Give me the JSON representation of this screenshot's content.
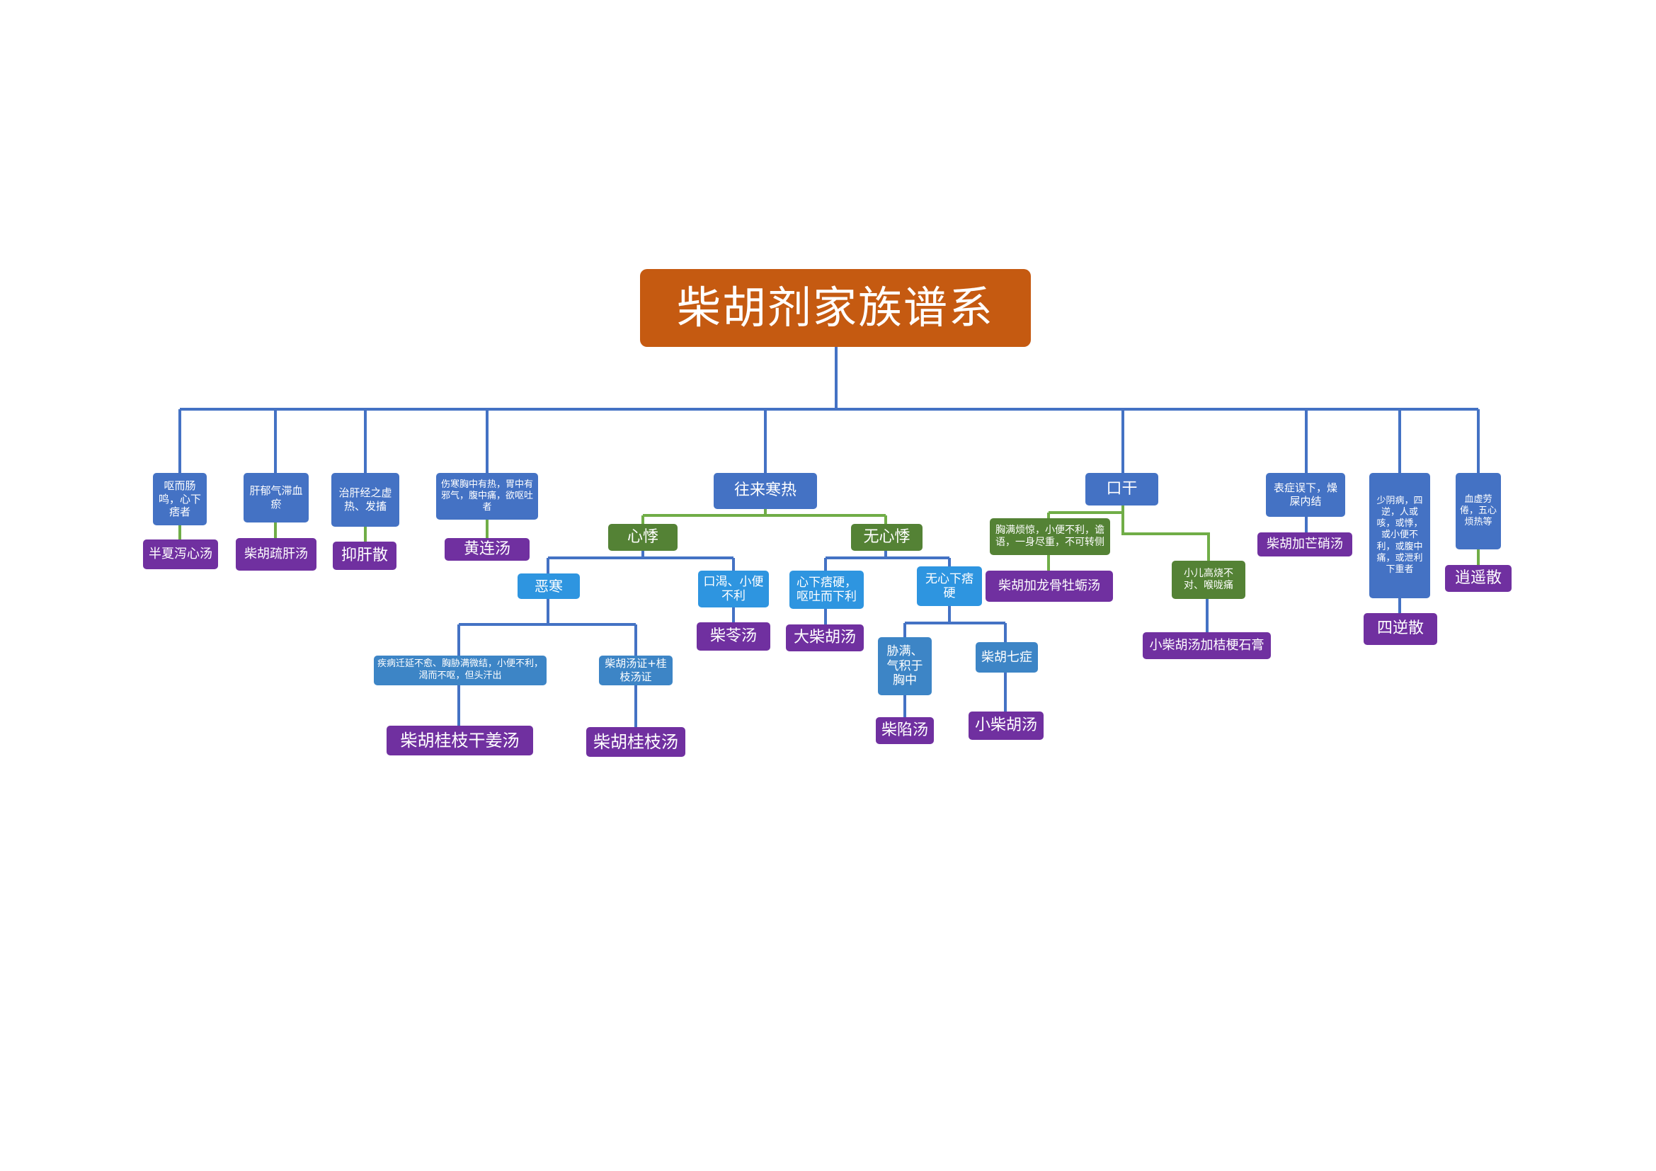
{
  "title": "柴胡剂家族谱系",
  "categories": {
    "c1": "呕而肠鸣，心下痞者",
    "c2": "肝郁气滞血瘀",
    "c3": "治肝经之虚热、发搐",
    "c4": "伤寒胸中有热，胃中有邪气，腹中痛，欲呕吐者",
    "c5": "往来寒热",
    "c6": "口干",
    "c7": "表症误下，燥屎内结",
    "c8": "少阴病，四逆，人或咳，或悸，或小便不利，或腹中痛，或泄利下重者",
    "c9": "血虚劳倦，五心烦热等"
  },
  "branches": {
    "xinji": "心悸",
    "wuxinji": "无心悸",
    "wuhan": "恶寒",
    "kouke": "口渴、小便不利",
    "xinxiapiying": "心下痞硬，呕吐而下利",
    "wuxinxiapiying": "无心下痞硬",
    "shibing": "疾病迁延不愈、胸胁满微结，小便不利，渴而不呕，但头汗出",
    "chaihuzheng": "柴胡汤证+桂枝汤证",
    "xiongman": "胁满、气积于胸中",
    "qizheng": "柴胡七症",
    "fanjing": "胸满烦惊，小便不利，谵语，一身尽重，不可转侧",
    "xiaoer": "小儿高烧不对、喉咙痛"
  },
  "formulas": {
    "banxia": "半夏泻心汤",
    "shugan": "柴胡疏肝汤",
    "yigan": "抑肝散",
    "huanglian": "黄连汤",
    "guizhiganjiang": "柴胡桂枝干姜汤",
    "guizhi": "柴胡桂枝汤",
    "chailing": "柴苓汤",
    "dachaihu": "大柴胡汤",
    "chaixian": "柴陷汤",
    "xiaochaihu": "小柴胡汤",
    "longgu": "柴胡加龙骨牡蛎汤",
    "jiegeng": "小柴胡汤加桔梗石膏",
    "mangxiao": "柴胡加芒硝汤",
    "sini": "四逆散",
    "xiaoyao": "逍遥散"
  },
  "colors": {
    "title": "#c55a11",
    "category": "#4472c4",
    "branch_green": "#548235",
    "branch_light_blue": "#2e95e0",
    "branch_mid_blue": "#3d85c6",
    "formula": "#7030a0",
    "line_blue": "#4472c4",
    "line_green": "#70ad47"
  }
}
